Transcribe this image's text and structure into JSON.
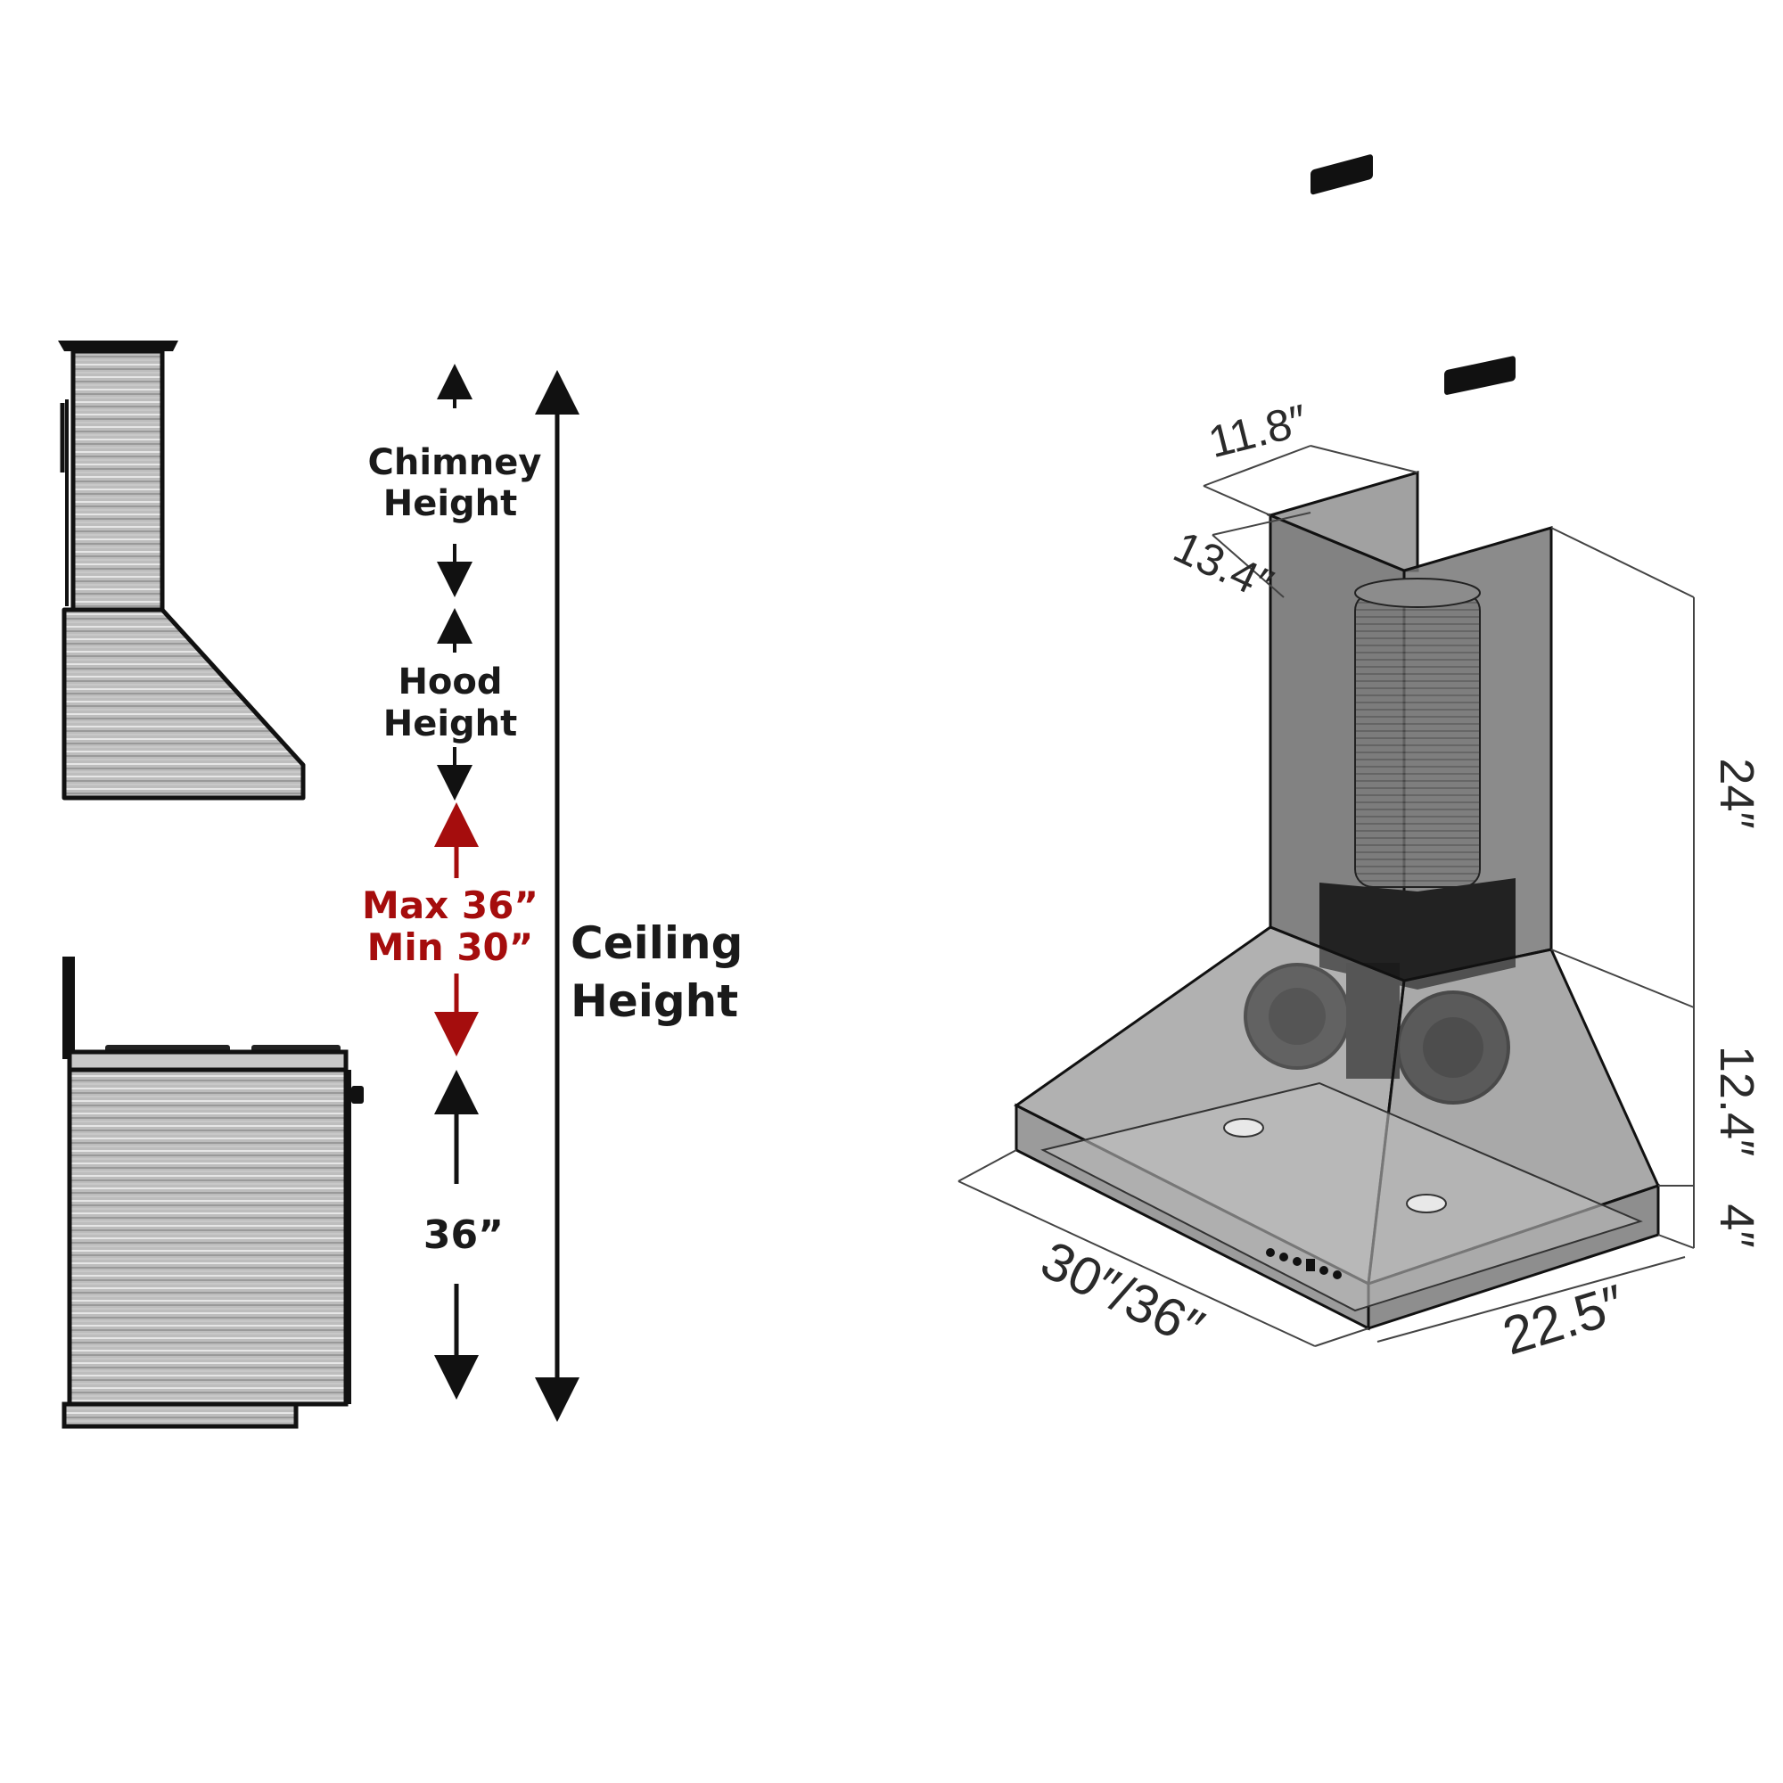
{
  "side_view": {
    "labels": {
      "chimney_line1": "Chimney",
      "chimney_line2": "Height",
      "hood_line1": "Hood",
      "hood_line2": "Height",
      "max_clearance": "Max 36”",
      "min_clearance": "Min 30”",
      "counter_height": "36”",
      "ceiling_line1": "Ceiling",
      "ceiling_line2": "Height"
    },
    "colors": {
      "label": "#1a1a1a",
      "clearance": "#a50d0d",
      "steel_light": "#d9d9d9",
      "steel_dark": "#8c8c8c",
      "outline": "#111111"
    }
  },
  "iso_view": {
    "dimensions": {
      "chimney_width": "11.8″",
      "chimney_depth": "13.4″",
      "chimney_height": "24″",
      "hood_height": "12.4″",
      "hood_base_height": "4″",
      "hood_width": "30″/36″",
      "hood_depth": "22.5″"
    },
    "colors": {
      "body_fill": "#6f6f6f",
      "inner_dark": "#1b1b1b",
      "dimension_line": "#444444"
    }
  }
}
